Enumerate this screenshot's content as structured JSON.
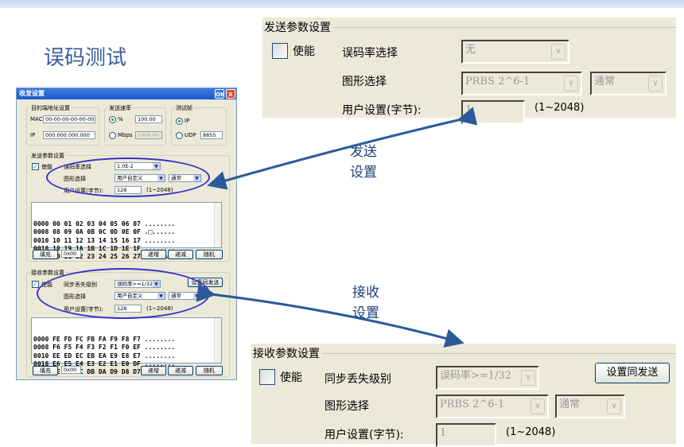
{
  "slide": {
    "title": "误码测试",
    "send_callout": [
      "发送",
      "设置"
    ],
    "recv_callout": [
      "接收",
      "设置"
    ]
  },
  "dialog": {
    "title": "收发设置",
    "ok": "OK",
    "close": "X",
    "dest": {
      "label": "目的端地址设置",
      "mac_label": "MAC",
      "mac": "00-00-00-00-00-00",
      "ip_label": "IP",
      "ip": "000.000.000.000"
    },
    "rate": {
      "label": "发送速率",
      "pct_label": "%",
      "pct": "100.00",
      "mbps_label": "Mbps",
      "mbps": "1000.00"
    },
    "frame": {
      "label": "测试帧",
      "ip_label": "IP",
      "udp_label": "UDP",
      "udp": "8855"
    },
    "send": {
      "label": "发送参数设置",
      "enable": "使能",
      "ber_label": "误码率选择",
      "ber": "1.0E-2",
      "pattern_label": "图形选择",
      "pattern": "用户自定义",
      "mode": "通常",
      "user_label": "用户设置(字节):",
      "user": "128",
      "range": "(1~2048)",
      "hex": [
        "0000 00 01 02 03 04 05 06 07 ........",
        "0008 08 09 0A 0B 0C 0D 0E 0F .□......",
        "0010 10 11 12 13 14 15 16 17 ........",
        "0018 18 19 1A 1B 1C 1D 1E 1F ........",
        "0020 20 21 22 23 24 25 26 27  !\"#$%&'"
      ],
      "fill": "填充",
      "fill_val": "0x00",
      "inc": "递增",
      "dec": "递减",
      "rand": "随机"
    },
    "recv": {
      "label": "接收参数设置",
      "enable": "使能",
      "sync_label": "同步丢失级别",
      "sync": "误码率>=1/32",
      "same": "设置同发送",
      "pattern_label": "图形选择",
      "pattern": "用户自定义",
      "mode": "通常",
      "user_label": "用户设置(字节):",
      "user": "128",
      "range": "(1~2048)",
      "hex": [
        "0000 FE FD FC FB FA F9 F8 F7 ........",
        "0008 F6 F5 F4 F3 F2 F1 F0 EF ........",
        "0010 EE ED EC EB EA E9 E8 E7 ........",
        "0018 E6 E5 E4 E3 E2 E1 E0 DF ........",
        "0020 DE DD DC DB DA D9 D8 D7 ........"
      ],
      "fill": "填充",
      "fill_val": "0x00",
      "inc": "递增",
      "dec": "递减",
      "rand": "随机"
    }
  },
  "send_zoom": {
    "label": "发送参数设置",
    "enable": "使能",
    "ber_label": "误码率选择",
    "ber": "无",
    "pattern_label": "图形选择",
    "pattern": "PRBS 2^6-1",
    "mode": "通常",
    "user_label": "用户设置(字节):",
    "user": "1",
    "range": "(1~2048)"
  },
  "recv_zoom": {
    "label": "接收参数设置",
    "enable": "使能",
    "sync_label": "同步丢失级别",
    "sync": "误码率>=1/32",
    "same": "设置同发送",
    "pattern_label": "图形选择",
    "pattern": "PRBS 2^6-1",
    "mode": "通常",
    "user_label": "用户设置(字节):",
    "user": "1",
    "range": "(1~2048)"
  },
  "colors": {
    "arrow": "#2a5a9a",
    "ellipse": "#3333cc",
    "title": "#3b5d9c"
  }
}
